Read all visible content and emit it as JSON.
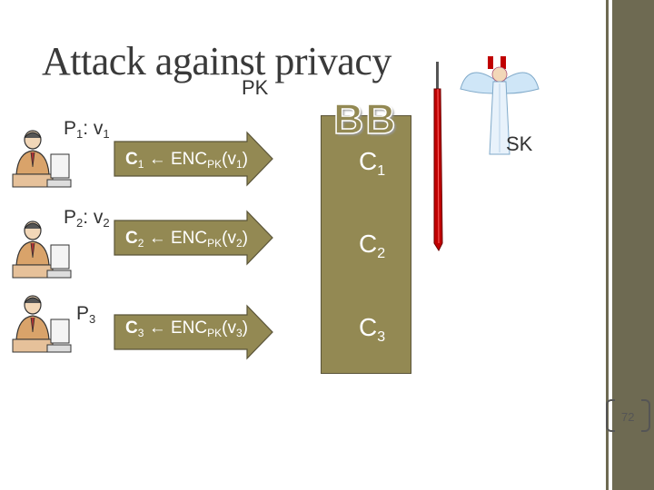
{
  "slide": {
    "title": "Attack against privacy",
    "public_key_label": "PK",
    "secret_key_label": "SK",
    "page_number": "72"
  },
  "parties": [
    {
      "name": "P",
      "index": "1",
      "sep": ": ",
      "vote_var": "v",
      "vote_index": "1"
    },
    {
      "name": "P",
      "index": "2",
      "sep": ": ",
      "vote_var": "v",
      "vote_index": "2"
    },
    {
      "name": "P",
      "index": "3",
      "sep": "",
      "vote_var": "",
      "vote_index": ""
    }
  ],
  "arrows": [
    {
      "cipher": "C",
      "index": "1",
      "op": " ← ENC",
      "key": "PK",
      "vote": "(v",
      "vote_index": "1",
      "close": ")"
    },
    {
      "cipher": "C",
      "index": "2",
      "op": " ← ENC",
      "key": "PK",
      "vote": "(v",
      "vote_index": "2",
      "close": ")"
    },
    {
      "cipher": "C",
      "index": "3",
      "op": " ← ENC",
      "key": "PK",
      "vote": "(v",
      "vote_index": "3",
      "close": ")"
    }
  ],
  "bulletin_board": {
    "title": "BB",
    "entries": [
      {
        "var": "C",
        "index": "1"
      },
      {
        "var": "C",
        "index": "2"
      },
      {
        "var": "C",
        "index": "3"
      }
    ]
  },
  "colors": {
    "arrow_fill": "#938953",
    "board_fill": "#938953",
    "strip": "#6e6a52",
    "sword_blade": "#c00000"
  },
  "icons": [
    "businessman-at-computer-icon",
    "angel-icon",
    "sword-icon"
  ]
}
